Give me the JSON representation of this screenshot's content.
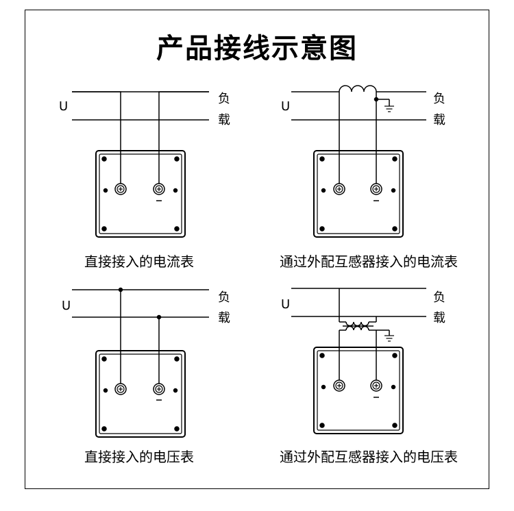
{
  "title": "产品接线示意图",
  "labels": {
    "source": "U",
    "load_top": "负",
    "load_bottom": "载",
    "minus": "−"
  },
  "captions": {
    "d1": "直接接入的电流表",
    "d2": "通过外配互感器接入的电流表",
    "d3": "直接接入的电压表",
    "d4": "通过外配互感器接入的电压表"
  },
  "colors": {
    "line": "#000000",
    "background": "#ffffff"
  }
}
